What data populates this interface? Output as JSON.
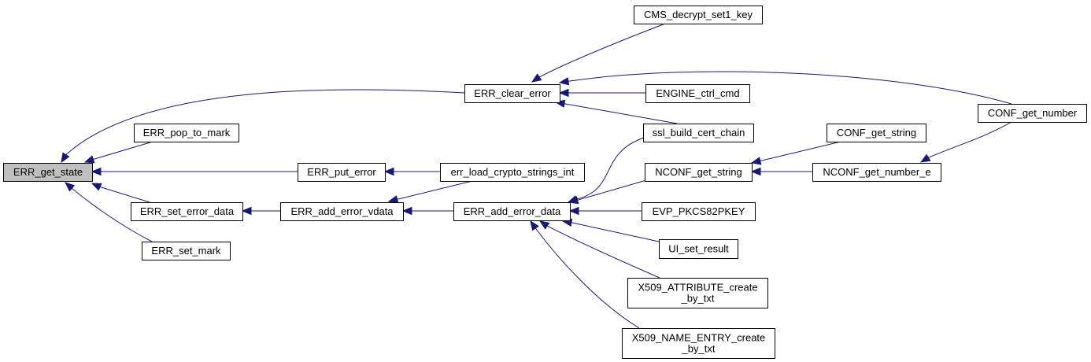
{
  "colors": {
    "edge": "#191970",
    "node_fill": "#ffffff",
    "node_border": "#000000",
    "focus_fill": "#bfbfbf"
  },
  "nodes": [
    {
      "id": "ERR_get_state",
      "lines": [
        "ERR_get_state"
      ],
      "focus": true
    },
    {
      "id": "ERR_clear_error",
      "lines": [
        "ERR_clear_error"
      ]
    },
    {
      "id": "ERR_pop_to_mark",
      "lines": [
        "ERR_pop_to_mark"
      ]
    },
    {
      "id": "ERR_put_error",
      "lines": [
        "ERR_put_error"
      ]
    },
    {
      "id": "ERR_set_error_data",
      "lines": [
        "ERR_set_error_data"
      ]
    },
    {
      "id": "ERR_set_mark",
      "lines": [
        "ERR_set_mark"
      ]
    },
    {
      "id": "ERR_add_error_vdata",
      "lines": [
        "ERR_add_error_vdata"
      ]
    },
    {
      "id": "err_load_crypto_strings_int",
      "lines": [
        "err_load_crypto_strings_int"
      ]
    },
    {
      "id": "ERR_add_error_data",
      "lines": [
        "ERR_add_error_data"
      ]
    },
    {
      "id": "CMS_decrypt_set1_key",
      "lines": [
        "CMS_decrypt_set1_key"
      ]
    },
    {
      "id": "ENGINE_ctrl_cmd",
      "lines": [
        "ENGINE_ctrl_cmd"
      ]
    },
    {
      "id": "ssl_build_cert_chain",
      "lines": [
        "ssl_build_cert_chain"
      ]
    },
    {
      "id": "NCONF_get_string",
      "lines": [
        "NCONF_get_string"
      ]
    },
    {
      "id": "EVP_PKCS82PKEY",
      "lines": [
        "EVP_PKCS82PKEY"
      ]
    },
    {
      "id": "UI_set_result",
      "lines": [
        "UI_set_result"
      ]
    },
    {
      "id": "X509_ATTRIBUTE_create_by_txt",
      "lines": [
        "X509_ATTRIBUTE_create",
        "_by_txt"
      ]
    },
    {
      "id": "X509_NAME_ENTRY_create_by_txt",
      "lines": [
        "X509_NAME_ENTRY_create",
        "_by_txt"
      ]
    },
    {
      "id": "CONF_get_string",
      "lines": [
        "CONF_get_string"
      ]
    },
    {
      "id": "NCONF_get_number_e",
      "lines": [
        "NCONF_get_number_e"
      ]
    },
    {
      "id": "CONF_get_number",
      "lines": [
        "CONF_get_number"
      ]
    }
  ],
  "edges": [
    {
      "from": "ERR_clear_error",
      "to": "ERR_get_state"
    },
    {
      "from": "ERR_pop_to_mark",
      "to": "ERR_get_state"
    },
    {
      "from": "ERR_put_error",
      "to": "ERR_get_state"
    },
    {
      "from": "ERR_set_error_data",
      "to": "ERR_get_state"
    },
    {
      "from": "ERR_set_mark",
      "to": "ERR_get_state"
    },
    {
      "from": "CMS_decrypt_set1_key",
      "to": "ERR_clear_error"
    },
    {
      "from": "CONF_get_number",
      "to": "ERR_clear_error"
    },
    {
      "from": "ENGINE_ctrl_cmd",
      "to": "ERR_clear_error"
    },
    {
      "from": "ssl_build_cert_chain",
      "to": "ERR_clear_error"
    },
    {
      "from": "err_load_crypto_strings_int",
      "to": "ERR_put_error"
    },
    {
      "from": "ERR_add_error_vdata",
      "to": "ERR_set_error_data"
    },
    {
      "from": "err_load_crypto_strings_int",
      "to": "ERR_add_error_vdata"
    },
    {
      "from": "ERR_add_error_data",
      "to": "ERR_add_error_vdata"
    },
    {
      "from": "ssl_build_cert_chain",
      "to": "ERR_add_error_data"
    },
    {
      "from": "NCONF_get_string",
      "to": "ERR_add_error_data"
    },
    {
      "from": "EVP_PKCS82PKEY",
      "to": "ERR_add_error_data"
    },
    {
      "from": "UI_set_result",
      "to": "ERR_add_error_data"
    },
    {
      "from": "X509_ATTRIBUTE_create_by_txt",
      "to": "ERR_add_error_data"
    },
    {
      "from": "X509_NAME_ENTRY_create_by_txt",
      "to": "ERR_add_error_data"
    },
    {
      "from": "CONF_get_string",
      "to": "NCONF_get_string"
    },
    {
      "from": "NCONF_get_number_e",
      "to": "NCONF_get_string"
    },
    {
      "from": "CONF_get_number",
      "to": "NCONF_get_number_e"
    }
  ]
}
